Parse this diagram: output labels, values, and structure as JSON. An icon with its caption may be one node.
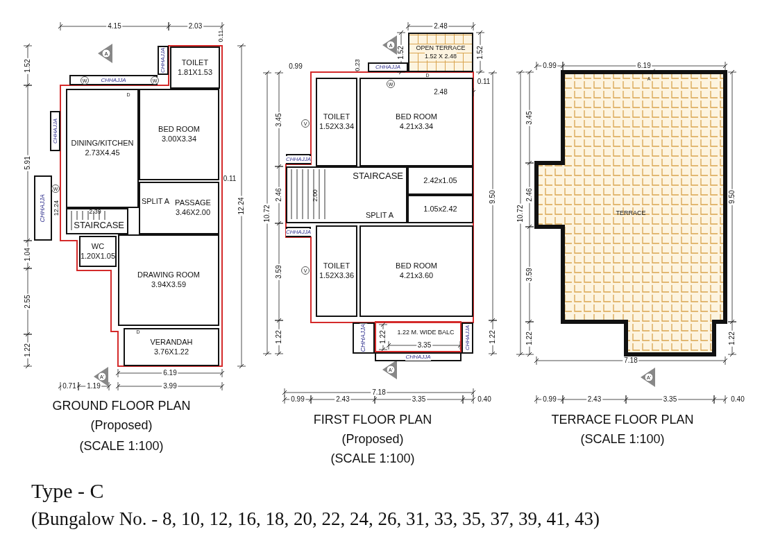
{
  "diagram": {
    "nodes": [
      {
        "text": [
          "CHHAJJA"
        ]
      },
      {
        "text": [
          "TOILET",
          "1.81X1.53"
        ]
      },
      {
        "text": [
          "CHHAJJA"
        ]
      },
      {
        "text": [
          "CHHAJJA"
        ]
      },
      {
        "text": [
          "DINING/KITCHEN",
          "2.73X4.45"
        ]
      },
      {
        "text": [
          "BED ROOM",
          "3.00X3.34"
        ]
      },
      {
        "text": [
          "CHHAJJA"
        ]
      },
      {
        "text": [
          "PASSAGE",
          "3.46X2.00"
        ]
      },
      {
        "text": [
          "STAIRCASE"
        ]
      },
      {
        "text": [
          "WC",
          "1.20X1.05"
        ]
      },
      {
        "text": [
          "DRAWING ROOM",
          "3.94X3.59"
        ]
      },
      {
        "text": [
          "VERANDAH",
          "3.76X1.22"
        ]
      },
      {
        "text": [
          "OPEN TERRACE",
          "1.52 X 2.48"
        ]
      },
      {
        "text": [
          "CHHAJJA"
        ]
      },
      {
        "text": [
          "TOILET",
          "1.52X3.34"
        ]
      },
      {
        "text": [
          "BED ROOM",
          "4.21x3.34"
        ]
      },
      {
        "text": [
          "CHHAJJA"
        ]
      },
      {
        "text": [
          "STAIRCASE"
        ]
      },
      {
        "text": [
          "2.42x1.05"
        ]
      },
      {
        "text": [
          "1.05x2.42"
        ]
      },
      {
        "text": [
          "CHHAJJA"
        ]
      },
      {
        "text": [
          "TOILET",
          "1.52X3.36"
        ]
      },
      {
        "text": [
          "BED ROOM",
          "4.21x3.60"
        ]
      },
      {
        "text": [
          "CHHAJJA"
        ]
      },
      {
        "text": [
          "1.22 M. WIDE BALC"
        ]
      },
      {
        "text": [
          "CHHAJJA"
        ]
      },
      {
        "text": [
          "CHHAJJA"
        ]
      },
      {
        "text": [
          "TERRACE"
        ]
      }
    ],
    "labels": [
      "4.15",
      "2.03",
      "0.11",
      "A",
      "W",
      "W",
      "D",
      "1.52",
      "5.91",
      "W",
      "12.24",
      "0.11",
      "12.24",
      "2.39",
      "SPLIT A",
      "1.04",
      "2.55",
      "1.22",
      "D",
      "6.19",
      "A'",
      "0.71",
      "1.19",
      "3.99",
      "GROUND FLOOR PLAN",
      "(Proposed)",
      "(SCALE 1:100)",
      "2.48",
      "A",
      "1.52",
      "1.52",
      "0.99",
      "0.23",
      "W",
      "D",
      "0.11",
      "2.48",
      "10.72",
      "3.45",
      "V",
      "2.46",
      "2.00",
      "SPLIT A",
      "3.59",
      "V",
      "9.50",
      "1.22",
      "1.22",
      "3.35",
      "1.22",
      "A'",
      "7.18",
      "0.99",
      "2.43",
      "3.35",
      "0.40",
      "FIRST FLOOR PLAN",
      "(Proposed)",
      "(SCALE 1:100)",
      "0.99",
      "6.19",
      "A",
      "10.72",
      "3.45",
      "2.46",
      "3.59",
      "1.22",
      "9.50",
      "1.22",
      "7.18",
      "A'",
      "0.99",
      "2.43",
      "3.35",
      "0.40",
      "TERRACE FLOOR PLAN",
      "(SCALE 1:100)",
      "Type - C",
      "(Bungalow No. - 8, 10, 12, 16, 18, 20, 22, 24, 26, 31, 33, 35, 37, 39, 41, 43)"
    ]
  }
}
